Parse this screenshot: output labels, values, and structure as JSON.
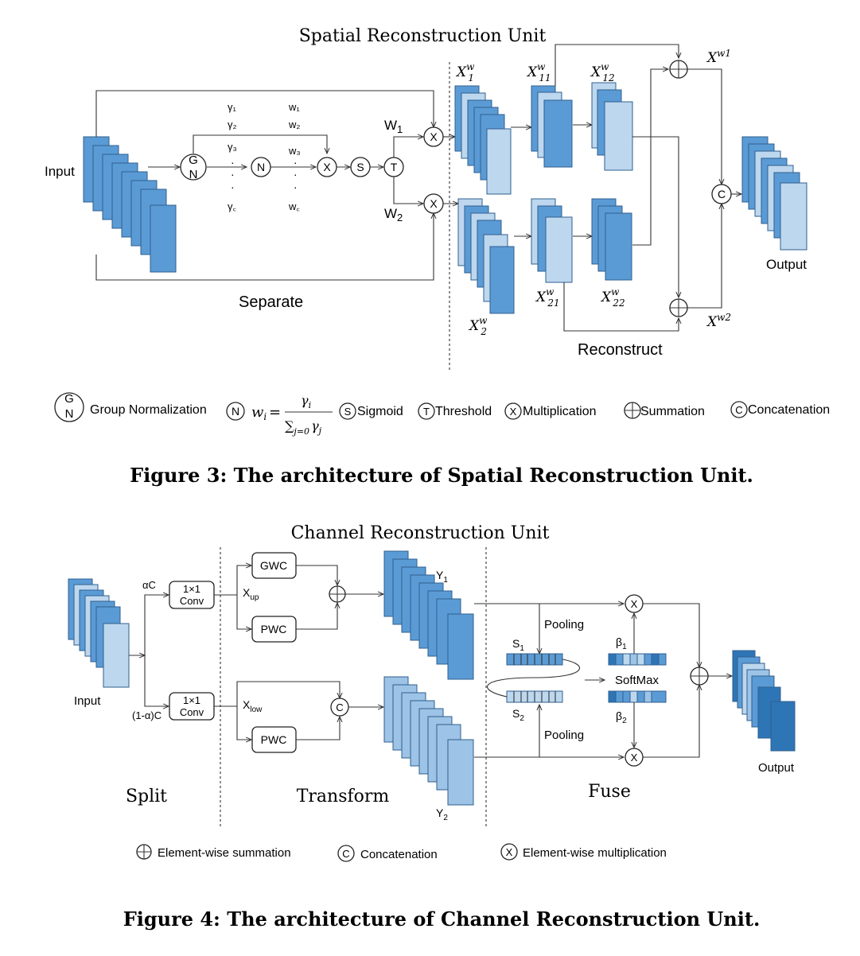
{
  "fig3": {
    "top_title": "Spatial Reconstruction Unit",
    "input_label": "Input",
    "output_label": "Output",
    "gamma_labels": [
      "γ₁",
      "γ₂",
      "γ₃",
      "γ꜀"
    ],
    "w_labels": [
      "w₁",
      "w₂",
      "w₃",
      "w꜀"
    ],
    "dots": "·",
    "gn_top": "G",
    "gn_bottom": "N",
    "op_n": "N",
    "op_x": "X",
    "op_s": "S",
    "op_t": "T",
    "op_c": "C",
    "W1": "W",
    "W1_sub": "1",
    "W2": "W",
    "W2_sub": "2",
    "x1w": "X",
    "x1w_sup": "w",
    "x1w_sub": "1",
    "x2w": "X",
    "x2w_sup": "w",
    "x2w_sub": "2",
    "x11w": "X",
    "x11w_sup": "w",
    "x11w_sub": "11",
    "x12w": "X",
    "x12w_sup": "w",
    "x12w_sub": "12",
    "x21w": "X",
    "x21w_sup": "w",
    "x21w_sub": "21",
    "x22w": "X",
    "x22w_sup": "w",
    "x22w_sub": "22",
    "xw1": "X",
    "xw1_sup": "w1",
    "xw2": "X",
    "xw2_sup": "w2",
    "separate_label": "Separate",
    "reconstruct_label": "Reconstruct",
    "legend": {
      "group_norm": "Group Normalization",
      "formula_lhs": "w",
      "formula_lhs_sub": "i",
      "formula_eq": "=",
      "formula_num": "γ",
      "formula_num_sub": "i",
      "formula_den_sigma": "∑",
      "formula_den_sub": "j=0",
      "formula_den_gamma": "γ",
      "formula_den_gamma_sub": "j",
      "sigmoid": "Sigmoid",
      "threshold": "Threshold",
      "multiplication": "Multiplication",
      "summation": "Summation",
      "concatenation": "Concatenation"
    },
    "caption": "Figure 3: The architecture of Spatial Reconstruction Unit."
  },
  "fig4": {
    "top_title": "Channel Reconstruction Unit",
    "input_label": "Input",
    "output_label": "Output",
    "alpha_c": "αC",
    "one_minus_alpha_c": "(1-α)C",
    "conv_line1": "1×1",
    "conv_line2": "Conv",
    "gwc": "GWC",
    "pwc": "PWC",
    "x_up": "X",
    "x_up_sub": "up",
    "x_low": "X",
    "x_low_sub": "low",
    "y1": "Y",
    "y1_sub": "1",
    "y2": "Y",
    "y2_sub": "2",
    "pooling": "Pooling",
    "s1": "S",
    "s1_sub": "1",
    "s2": "S",
    "s2_sub": "2",
    "beta1": "β",
    "beta1_sub": "1",
    "beta2": "β",
    "beta2_sub": "2",
    "softmax": "SoftMax",
    "op_x": "X",
    "op_c": "C",
    "split_label": "Split",
    "transform_label": "Transform",
    "fuse_label": "Fuse",
    "legend": {
      "sum": "Element-wise summation",
      "concat": "Concatenation",
      "mult": "Element-wise multiplication"
    },
    "caption": "Figure 4: The architecture of Channel Reconstruction Unit."
  },
  "colors": {
    "dark_blue": "#5b9bd5",
    "light_blue": "#bdd7ee",
    "mid_blue": "#9dc3e6",
    "deep_blue": "#2e75b6",
    "stroke": "#333333"
  }
}
